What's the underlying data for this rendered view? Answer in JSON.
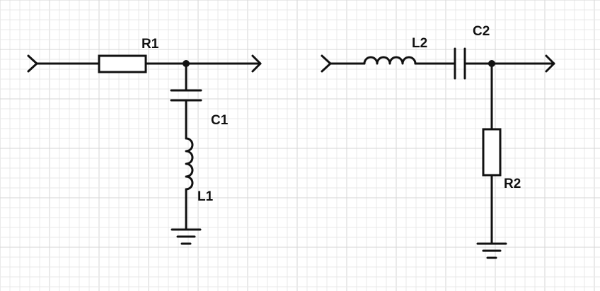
{
  "circuit_left": {
    "resistor": {
      "designator": "R1"
    },
    "capacitor": {
      "designator": "C1"
    },
    "inductor": {
      "designator": "L1"
    }
  },
  "circuit_right": {
    "inductor": {
      "designator": "L2"
    },
    "capacitor": {
      "designator": "C2"
    },
    "resistor": {
      "designator": "R2"
    }
  },
  "colors": {
    "ink": "#111111",
    "grid_minor": "#e9e9e9",
    "grid_major": "#d6d6d6",
    "background": "#ffffff"
  }
}
